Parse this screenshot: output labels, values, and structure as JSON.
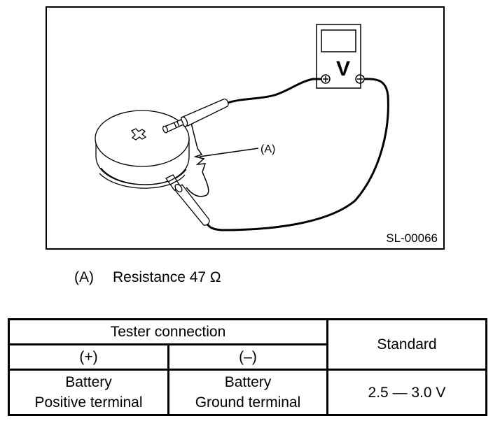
{
  "figure": {
    "figure_id": "SL-00066",
    "callout_label": "(A)",
    "tester": {
      "display_letter": "V",
      "positive_terminal_icon": "plus-circle-icon",
      "negative_terminal_icon": "minus-circle-icon"
    },
    "battery_icon": "cross-mark-icon"
  },
  "legend": {
    "key": "(A)",
    "description": "Resistance 47 Ω"
  },
  "table": {
    "group_header": "Tester connection",
    "standard_header": "Standard",
    "positive_header": "(+)",
    "negative_header": "(–)",
    "rows": [
      {
        "positive_line1": "Battery",
        "positive_line2": "Positive terminal",
        "negative_line1": "Battery",
        "negative_line2": "Ground terminal",
        "standard": "2.5 — 3.0 V"
      }
    ]
  }
}
